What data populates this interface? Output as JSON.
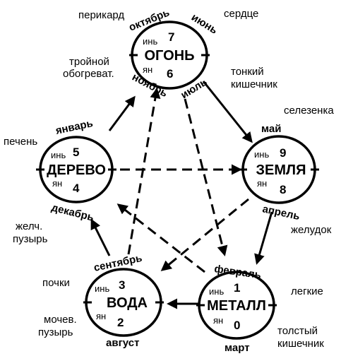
{
  "elements": {
    "fire": {
      "name": "ОГОНЬ",
      "yin_label": "инь",
      "yin_number": "7",
      "yang_label": "ян",
      "yang_number": "6"
    },
    "earth": {
      "name": "ЗЕМЛЯ",
      "yin_label": "инь",
      "yin_number": "9",
      "yang_label": "ян",
      "yang_number": "8"
    },
    "metal": {
      "name": "МЕТАЛЛ",
      "yin_label": "инь",
      "yin_number": "1",
      "yang_label": "ян",
      "yang_number": "0"
    },
    "water": {
      "name": "ВОДА",
      "yin_label": "инь",
      "yin_number": "3",
      "yang_label": "ян",
      "yang_number": "2"
    },
    "wood": {
      "name": "ДЕРЕВО",
      "yin_label": "инь",
      "yin_number": "5",
      "yang_label": "ян",
      "yang_number": "4"
    }
  },
  "months": {
    "october": "октябрь",
    "june": "июнь",
    "november": "ноябрь",
    "july": "июль",
    "may": "май",
    "april": "апрель",
    "february": "февраль",
    "march": "март",
    "september": "сентябрь",
    "august": "август",
    "january": "январь",
    "december": "декабрь"
  },
  "organs": {
    "pericardium": "перикард",
    "heart": "сердце",
    "triple_heater_line1": "тройной",
    "triple_heater_line2": "обогреват.",
    "small_intestine_line1": "тонкий",
    "small_intestine_line2": "кишечник",
    "spleen": "селезенка",
    "stomach": "желудок",
    "lungs": "легкие",
    "large_intestine_line1": "толстый",
    "large_intestine_line2": "кишечник",
    "kidneys": "почки",
    "bladder_line1": "мочев.",
    "bladder_line2": "пузырь",
    "liver": "печень",
    "gallbladder_line1": "желч.",
    "gallbladder_line2": "пузырь"
  },
  "style": {
    "ink": "#000000",
    "background": "#ffffff"
  }
}
